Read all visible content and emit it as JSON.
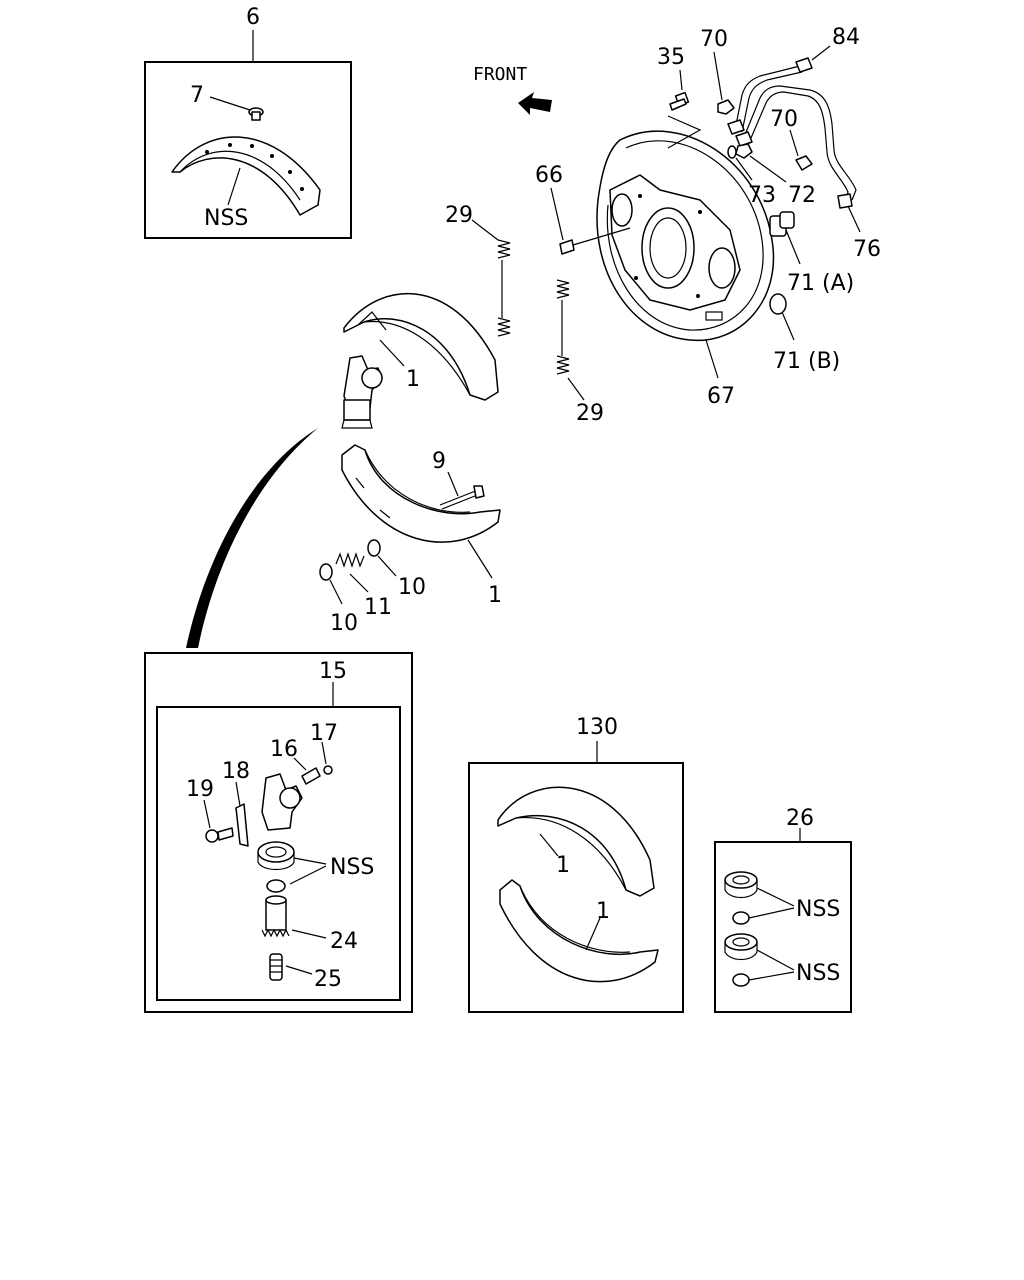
{
  "direction_label": "FRONT",
  "callouts": {
    "c6": "6",
    "c7": "7",
    "nss_top": "NSS",
    "c35": "35",
    "c70a": "70",
    "c84": "84",
    "c70b": "70",
    "c66": "66",
    "c73": "73",
    "c72": "72",
    "c76": "76",
    "c29a": "29",
    "c71a": "71 (A)",
    "c71b": "71 (B)",
    "c1a": "1",
    "c67": "67",
    "c29b": "29",
    "c9": "9",
    "c10a": "10",
    "c11": "11",
    "c10b": "10",
    "c1b": "1",
    "c15": "15",
    "c17": "17",
    "c16": "16",
    "c18": "18",
    "c19": "19",
    "nss_mid": "NSS",
    "c24": "24",
    "c25": "25",
    "c130": "130",
    "c1c": "1",
    "c1d": "1",
    "c26": "26",
    "nss_b1": "NSS",
    "nss_b2": "NSS"
  }
}
